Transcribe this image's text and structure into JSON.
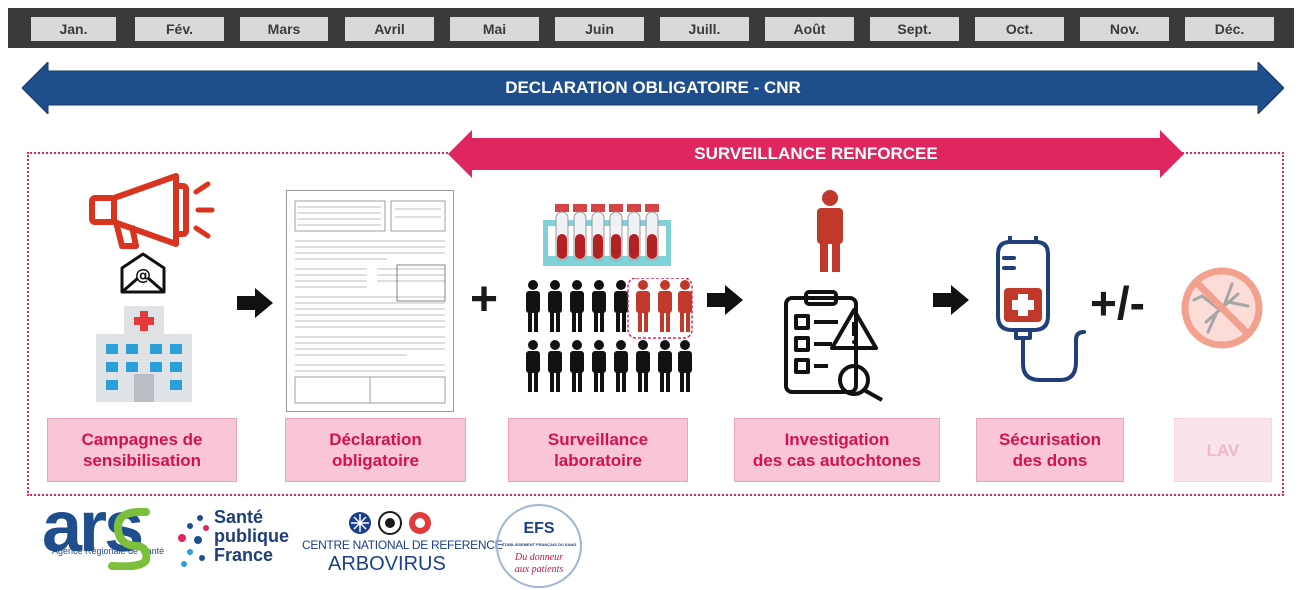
{
  "months": [
    "Jan.",
    "Fév.",
    "Mars",
    "Avril",
    "Mai",
    "Juin",
    "Juill.",
    "Août",
    "Sept.",
    "Oct.",
    "Nov.",
    "Déc."
  ],
  "banners": {
    "declaration": "DECLARATION OBLIGATOIRE - CNR",
    "surveillance": "SURVEILLANCE RENFORCEE"
  },
  "stages": [
    {
      "label": "Campagnes de\nsensibilisation"
    },
    {
      "label": "Déclaration\nobligatoire"
    },
    {
      "label": "Surveillance\nlaboratoire"
    },
    {
      "label": "Investigation\ndes cas autochtones"
    },
    {
      "label": "Sécurisation\ndes dons"
    },
    {
      "label": "LAV"
    }
  ],
  "operators": {
    "plus": "+",
    "plus_minus": "+/-"
  },
  "logos": {
    "ars_main": "ars",
    "ars_sub": "Agence Régionale de Santé",
    "spf_line1": "Santé",
    "spf_line2": "publique",
    "spf_line3": "France",
    "cnr_line1": "CENTRE NATIONAL DE REFERENCE",
    "cnr_line2": "ARBOVIRUS",
    "efs_main": "EFS",
    "efs_sub": "ÉTABLISSEMENT FRANÇAIS DU SANG",
    "efs_tagline1": "Du donneur",
    "efs_tagline2": "aux patients"
  },
  "colors": {
    "dark_blue": "#1f4e8c",
    "pink": "#e0265f",
    "stage_bg": "#f8c6d7",
    "stage_text": "#d6104f",
    "red_icon": "#c0392b",
    "cnr_blue": "#1a3f8f",
    "ars_green": "#7cbf3a",
    "ars_blue": "#1f4e8c"
  },
  "icons": [
    "megaphone-icon",
    "email-icon",
    "hospital-icon",
    "form-document-icon",
    "arrow-right-icon",
    "test-tubes-icon",
    "people-group-icon",
    "person-icon",
    "checklist-search-icon",
    "blood-bag-icon",
    "no-mosquito-icon"
  ]
}
